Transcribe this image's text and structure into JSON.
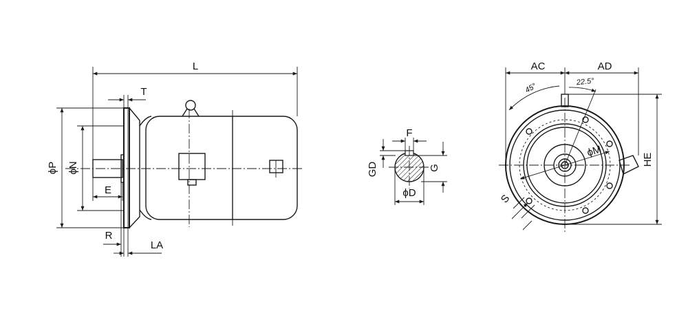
{
  "side_view": {
    "labels": {
      "L": "L",
      "T": "T",
      "P": "ϕP",
      "N": "ϕN",
      "E": "E",
      "R": "R",
      "LA": "LA"
    }
  },
  "shaft_section": {
    "labels": {
      "F": "F",
      "GD": "GD",
      "G": "G",
      "D": "ϕD"
    }
  },
  "front_view": {
    "labels": {
      "AC": "AC",
      "AD": "AD",
      "HE": "HE",
      "M": "ϕM",
      "S": "S",
      "angle_45": "45°",
      "angle_22_5": "22.5°"
    }
  }
}
